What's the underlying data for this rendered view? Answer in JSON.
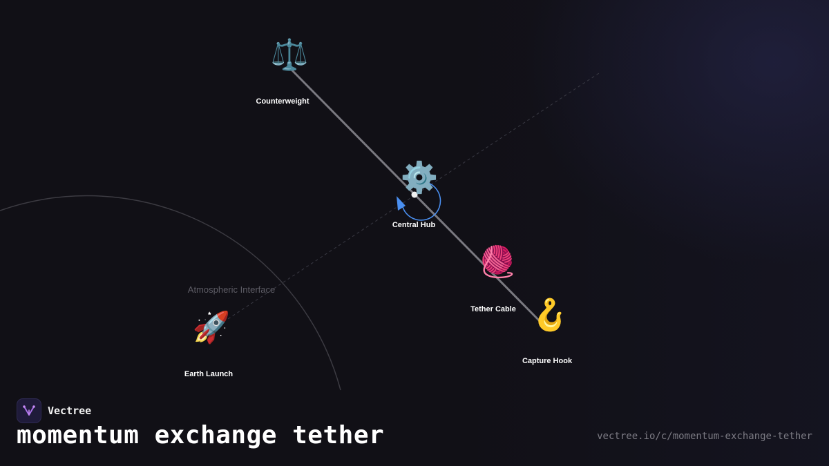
{
  "diagram": {
    "region_label": "Atmospheric Interface",
    "nodes": {
      "counterweight": {
        "icon": "⚖️",
        "icon_name": "balance-scale-icon",
        "label": "Counterweight"
      },
      "central_hub": {
        "icon": "⚙️",
        "icon_name": "gear-icon",
        "label": "Central Hub"
      },
      "tether_cable": {
        "icon": "🧶",
        "icon_name": "yarn-ball-icon",
        "label": "Tether Cable"
      },
      "capture_hook": {
        "icon": "🪝",
        "icon_name": "hook-icon",
        "label": "Capture Hook"
      },
      "earth_launch": {
        "icon": "🚀",
        "icon_name": "rocket-icon",
        "label": "Earth Launch"
      }
    },
    "colors": {
      "tether": "#7a7980",
      "rotation_arrow": "#4a8ff0",
      "trajectory": "#3a3a44",
      "atmosphere": "#3c3b42"
    }
  },
  "footer": {
    "brand_name": "Vectree",
    "title": "momentum exchange tether",
    "url": "vectree.io/c/momentum-exchange-tether"
  }
}
